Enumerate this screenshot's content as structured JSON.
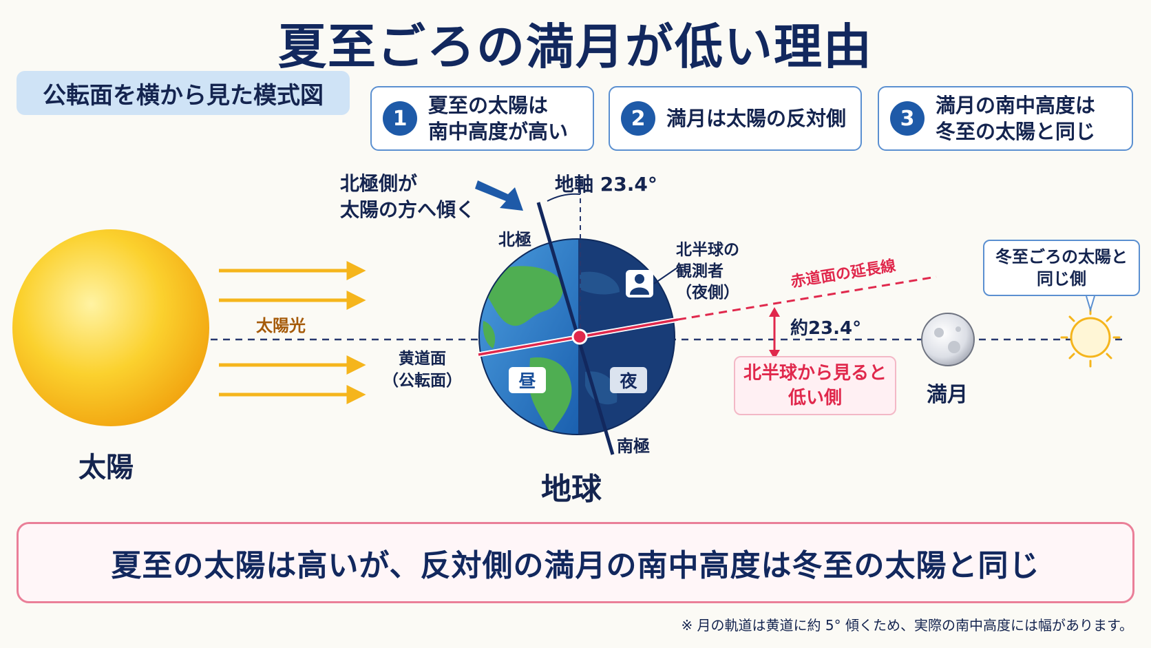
{
  "title": "夏至ごろの満月が低い理由",
  "subtitle": "公転面を横から見た模式図",
  "steps": [
    {
      "num": "1",
      "text": "夏至の太陽は\n南中高度が高い"
    },
    {
      "num": "2",
      "text": "満月は太陽の反対側"
    },
    {
      "num": "3",
      "text": "満月の南中高度は\n冬至の太陽と同じ"
    }
  ],
  "labels": {
    "tilt_note": "北極側が\n太陽の方へ傾く",
    "axis": "地軸 23.4°",
    "north_pole": "北極",
    "south_pole": "南極",
    "observer": "北半球の\n観測者\n（夜側）",
    "equator_ext": "赤道面の延長線",
    "approx_angle": "約23.4°",
    "sunlight": "太陽光",
    "ecliptic": "黄道面\n（公転面）",
    "day": "昼",
    "night": "夜",
    "sun": "太陽",
    "earth": "地球",
    "full_moon": "満月",
    "low_side": "北半球から見ると\n低い側",
    "winter_sun": "冬至ごろの太陽と\n同じ側"
  },
  "summary": "夏至の太陽は高いが、反対側の満月の南中高度は冬至の太陽と同じ",
  "footnote": "※ 月の軌道は黄道に約 5° 傾くため、実際の南中高度には幅があります。",
  "colors": {
    "navy": "#12285e",
    "accent_blue": "#1e5aa8",
    "sun": "#f7c11c",
    "sunlight_arrow": "#f5b51c",
    "equator": "#e0284c",
    "summary_border": "#ea7f98"
  }
}
